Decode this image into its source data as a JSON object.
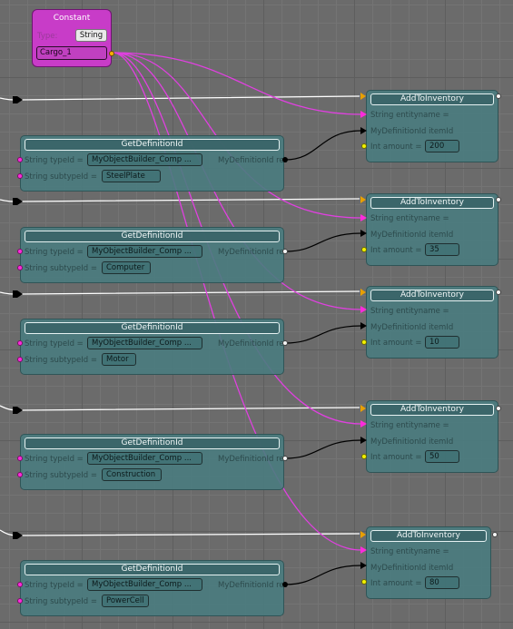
{
  "constant": {
    "title": "Constant",
    "type_label": "Type:",
    "type_value": "String",
    "value": "Cargo_1"
  },
  "inventory_nodes": [
    {
      "title": "AddToInventory",
      "entity_label": "String entityname =",
      "item_label": "MyDefinitionId itemId",
      "amount_label": "Int amount =",
      "amount": "200"
    },
    {
      "title": "AddToInventory",
      "entity_label": "String entityname =",
      "item_label": "MyDefinitionId itemId",
      "amount_label": "Int amount =",
      "amount": "35"
    },
    {
      "title": "AddToInventory",
      "entity_label": "String entityname =",
      "item_label": "MyDefinitionId itemId",
      "amount_label": "Int amount =",
      "amount": "10"
    },
    {
      "title": "AddToInventory",
      "entity_label": "String entityname =",
      "item_label": "MyDefinitionId itemId",
      "amount_label": "Int amount =",
      "amount": "50"
    },
    {
      "title": "AddToInventory",
      "entity_label": "String entityname =",
      "item_label": "MyDefinitionId itemId",
      "amount_label": "Int amount =",
      "amount": "80"
    }
  ],
  "definition_nodes": [
    {
      "title": "GetDefinitionId",
      "type_label": "String typeId =",
      "type_value": "MyObjectBuilder_Comp ...",
      "subtype_label": "String subtypeId =",
      "subtype_value": "SteelPlate",
      "ret_label": "MyDefinitionId ret"
    },
    {
      "title": "GetDefinitionId",
      "type_label": "String typeId =",
      "type_value": "MyObjectBuilder_Comp ...",
      "subtype_label": "String subtypeId =",
      "subtype_value": "Computer",
      "ret_label": "MyDefinitionId ret"
    },
    {
      "title": "GetDefinitionId",
      "type_label": "String typeId =",
      "type_value": "MyObjectBuilder_Comp ...",
      "subtype_label": "String subtypeId =",
      "subtype_value": "Motor",
      "ret_label": "MyDefinitionId ret"
    },
    {
      "title": "GetDefinitionId",
      "type_label": "String typeId =",
      "type_value": "MyObjectBuilder_Comp ...",
      "subtype_label": "String subtypeId =",
      "subtype_value": "Construction",
      "ret_label": "MyDefinitionId ret"
    },
    {
      "title": "GetDefinitionId",
      "type_label": "String typeId =",
      "type_value": "MyObjectBuilder_Comp ...",
      "subtype_label": "String subtypeId =",
      "subtype_value": "PowerCell",
      "ret_label": "MyDefinitionId ret"
    }
  ],
  "colors": {
    "string_wire": "#e040e0",
    "sequence_wire": "#ffffff",
    "definition_wire": "#000000",
    "node_fill": "#4a7c80",
    "constant_fill": "#c83cc8"
  }
}
